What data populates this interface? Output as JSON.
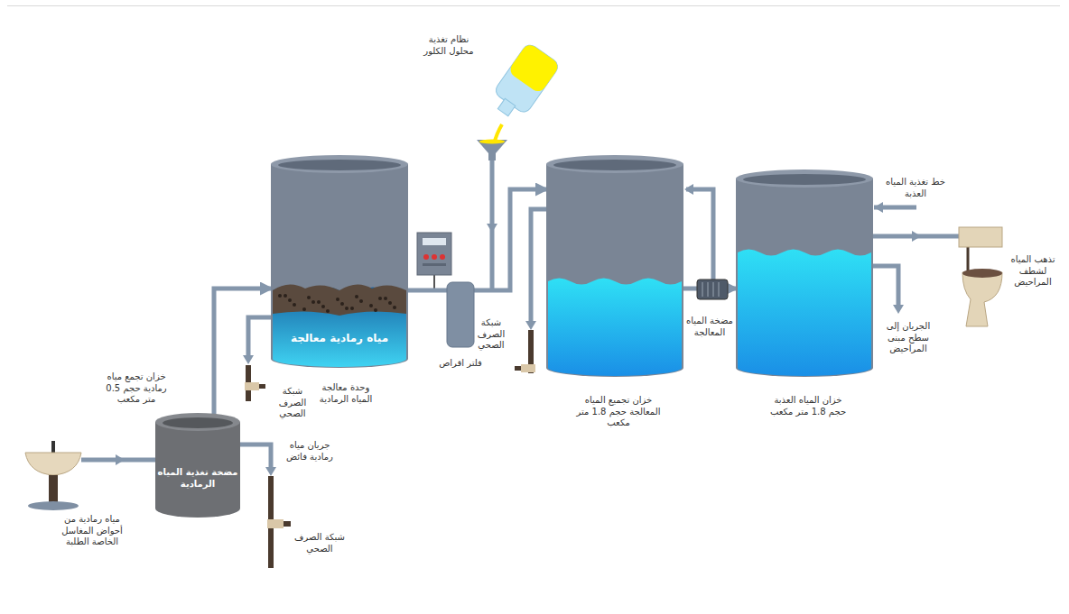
{
  "diagram": {
    "nodes": [
      {
        "text": [
          "خزان تجمع مياه رمادية حجم 0.5 متر مكعب",
          "مضخة تغذية المياه الرمادية"
        ]
      },
      {
        "text": [
          "مياه رمادية معالجة",
          "وحدة معالجة المياه الرمادية"
        ]
      },
      {
        "text": [
          "فلتر اقراص"
        ]
      },
      {
        "text": [
          "خزان تجميع المياه المعالجة حجم 1.8 متر مكعب"
        ]
      },
      {
        "text": [
          "خزان المياه العذبة حجم 1.8 متر مكعب"
        ]
      }
    ],
    "edges": [
      {
        "from": 0,
        "to": 1,
        "arrow": "to"
      },
      {
        "from": 1,
        "to": 2,
        "arrow": "none"
      },
      {
        "from": 2,
        "to": 3,
        "arrow": "to"
      },
      {
        "from": 3,
        "to": 4,
        "arrow": "to"
      }
    ],
    "labels": [
      "مياه رمادية من أحواض المغاسل الخاصة الطلبة",
      "جريان مياه رمادية فائض",
      "شبكة الصرف الصحي",
      "شبكة الصرف الصحي",
      "شبكة الصرف الصحي",
      "نظام تغذية محلول الكلور",
      "مضخة المياه المعالجة",
      "خط تغذية المياه العذبة",
      "تذهب المياه لشطف المراحيض",
      "الجريان إلى سطح مبنى المراحيض"
    ]
  }
}
